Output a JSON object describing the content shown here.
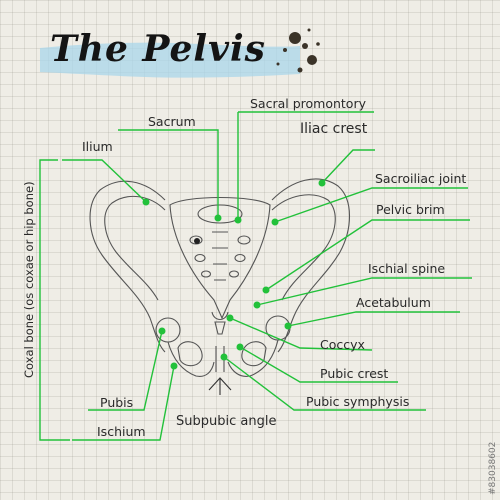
{
  "title": "The Pelvis",
  "colors": {
    "accent": "#22c13a",
    "ink": "#2a2a2a",
    "brush": "#a9d5ea"
  },
  "labels": {
    "sacrum": "Sacrum",
    "sacral_promontory": "Sacral promontory",
    "ilium": "Ilium",
    "iliac_crest": "Iliac crest",
    "sacroiliac_joint": "Sacroiliac joint",
    "pelvic_brim": "Pelvic brim",
    "ischial_spine": "Ischial spine",
    "acetabulum": "Acetabulum",
    "coccyx": "Coccyx",
    "pubic_crest": "Pubic crest",
    "pubic_symphysis": "Pubic symphysis",
    "pubis": "Pubis",
    "ischium": "Ischium",
    "subpubic_angle": "Subpubic angle",
    "coxal_bone": "Coxal bone (os coxae or hip bone)"
  },
  "stock_id": "#83038602"
}
